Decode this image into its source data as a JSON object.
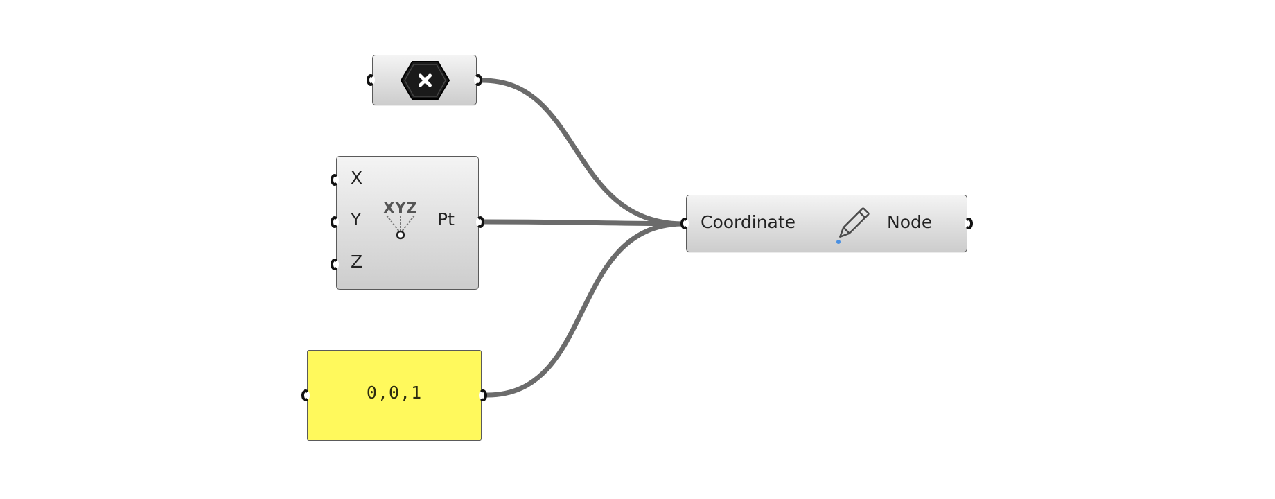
{
  "canvas": {
    "wire_color": "#6b6b6b",
    "panel_color": "#fff95c"
  },
  "nodes": {
    "hex": {
      "icon": "hex-close-icon"
    },
    "construct_point": {
      "inputs": [
        "X",
        "Y",
        "Z"
      ],
      "output": "Pt",
      "icon": "xyz-point-icon",
      "icon_letters": "XYZ"
    },
    "panel": {
      "text": "0,0,1"
    },
    "coordinate": {
      "input_label": "Coordinate",
      "output_label": "Node",
      "icon": "pencil-icon"
    }
  }
}
